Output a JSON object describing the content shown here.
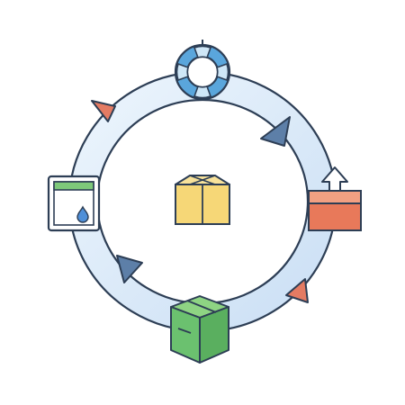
{
  "colors": {
    "background": "#ffffff",
    "ring_fill": "#dcebfa",
    "ring_fill_light": "#eef6fd",
    "outline": "#2d3e55",
    "lifebuoy_blue": "#5aa6dc",
    "lifebuoy_light": "#cfe7f7",
    "arrow_blue": "#5d7fa8",
    "arrow_salmon": "#e47b63",
    "box_yellow": "#f6d777",
    "box_yellow_top": "#f8e29a",
    "box_green": "#6bc16f",
    "box_green_top": "#8ed483",
    "box_orange": "#e8795a",
    "box_orange_top": "#f2a082",
    "panel_green": "#7ec97a",
    "drop_blue": "#4f8fd8"
  },
  "icons": {
    "top": "lifebuoy-icon",
    "right": "box-unpack-icon",
    "bottom": "green-box-icon",
    "left": "window-drop-icon",
    "center": "yellow-box-icon"
  },
  "arrows": [
    {
      "name": "arrow-top-left",
      "color": "salmon",
      "direction": "clockwise"
    },
    {
      "name": "arrow-top-right",
      "color": "blue",
      "direction": "clockwise"
    },
    {
      "name": "arrow-bottom-right",
      "color": "salmon",
      "direction": "clockwise"
    },
    {
      "name": "arrow-bottom-left",
      "color": "blue",
      "direction": "clockwise"
    }
  ]
}
